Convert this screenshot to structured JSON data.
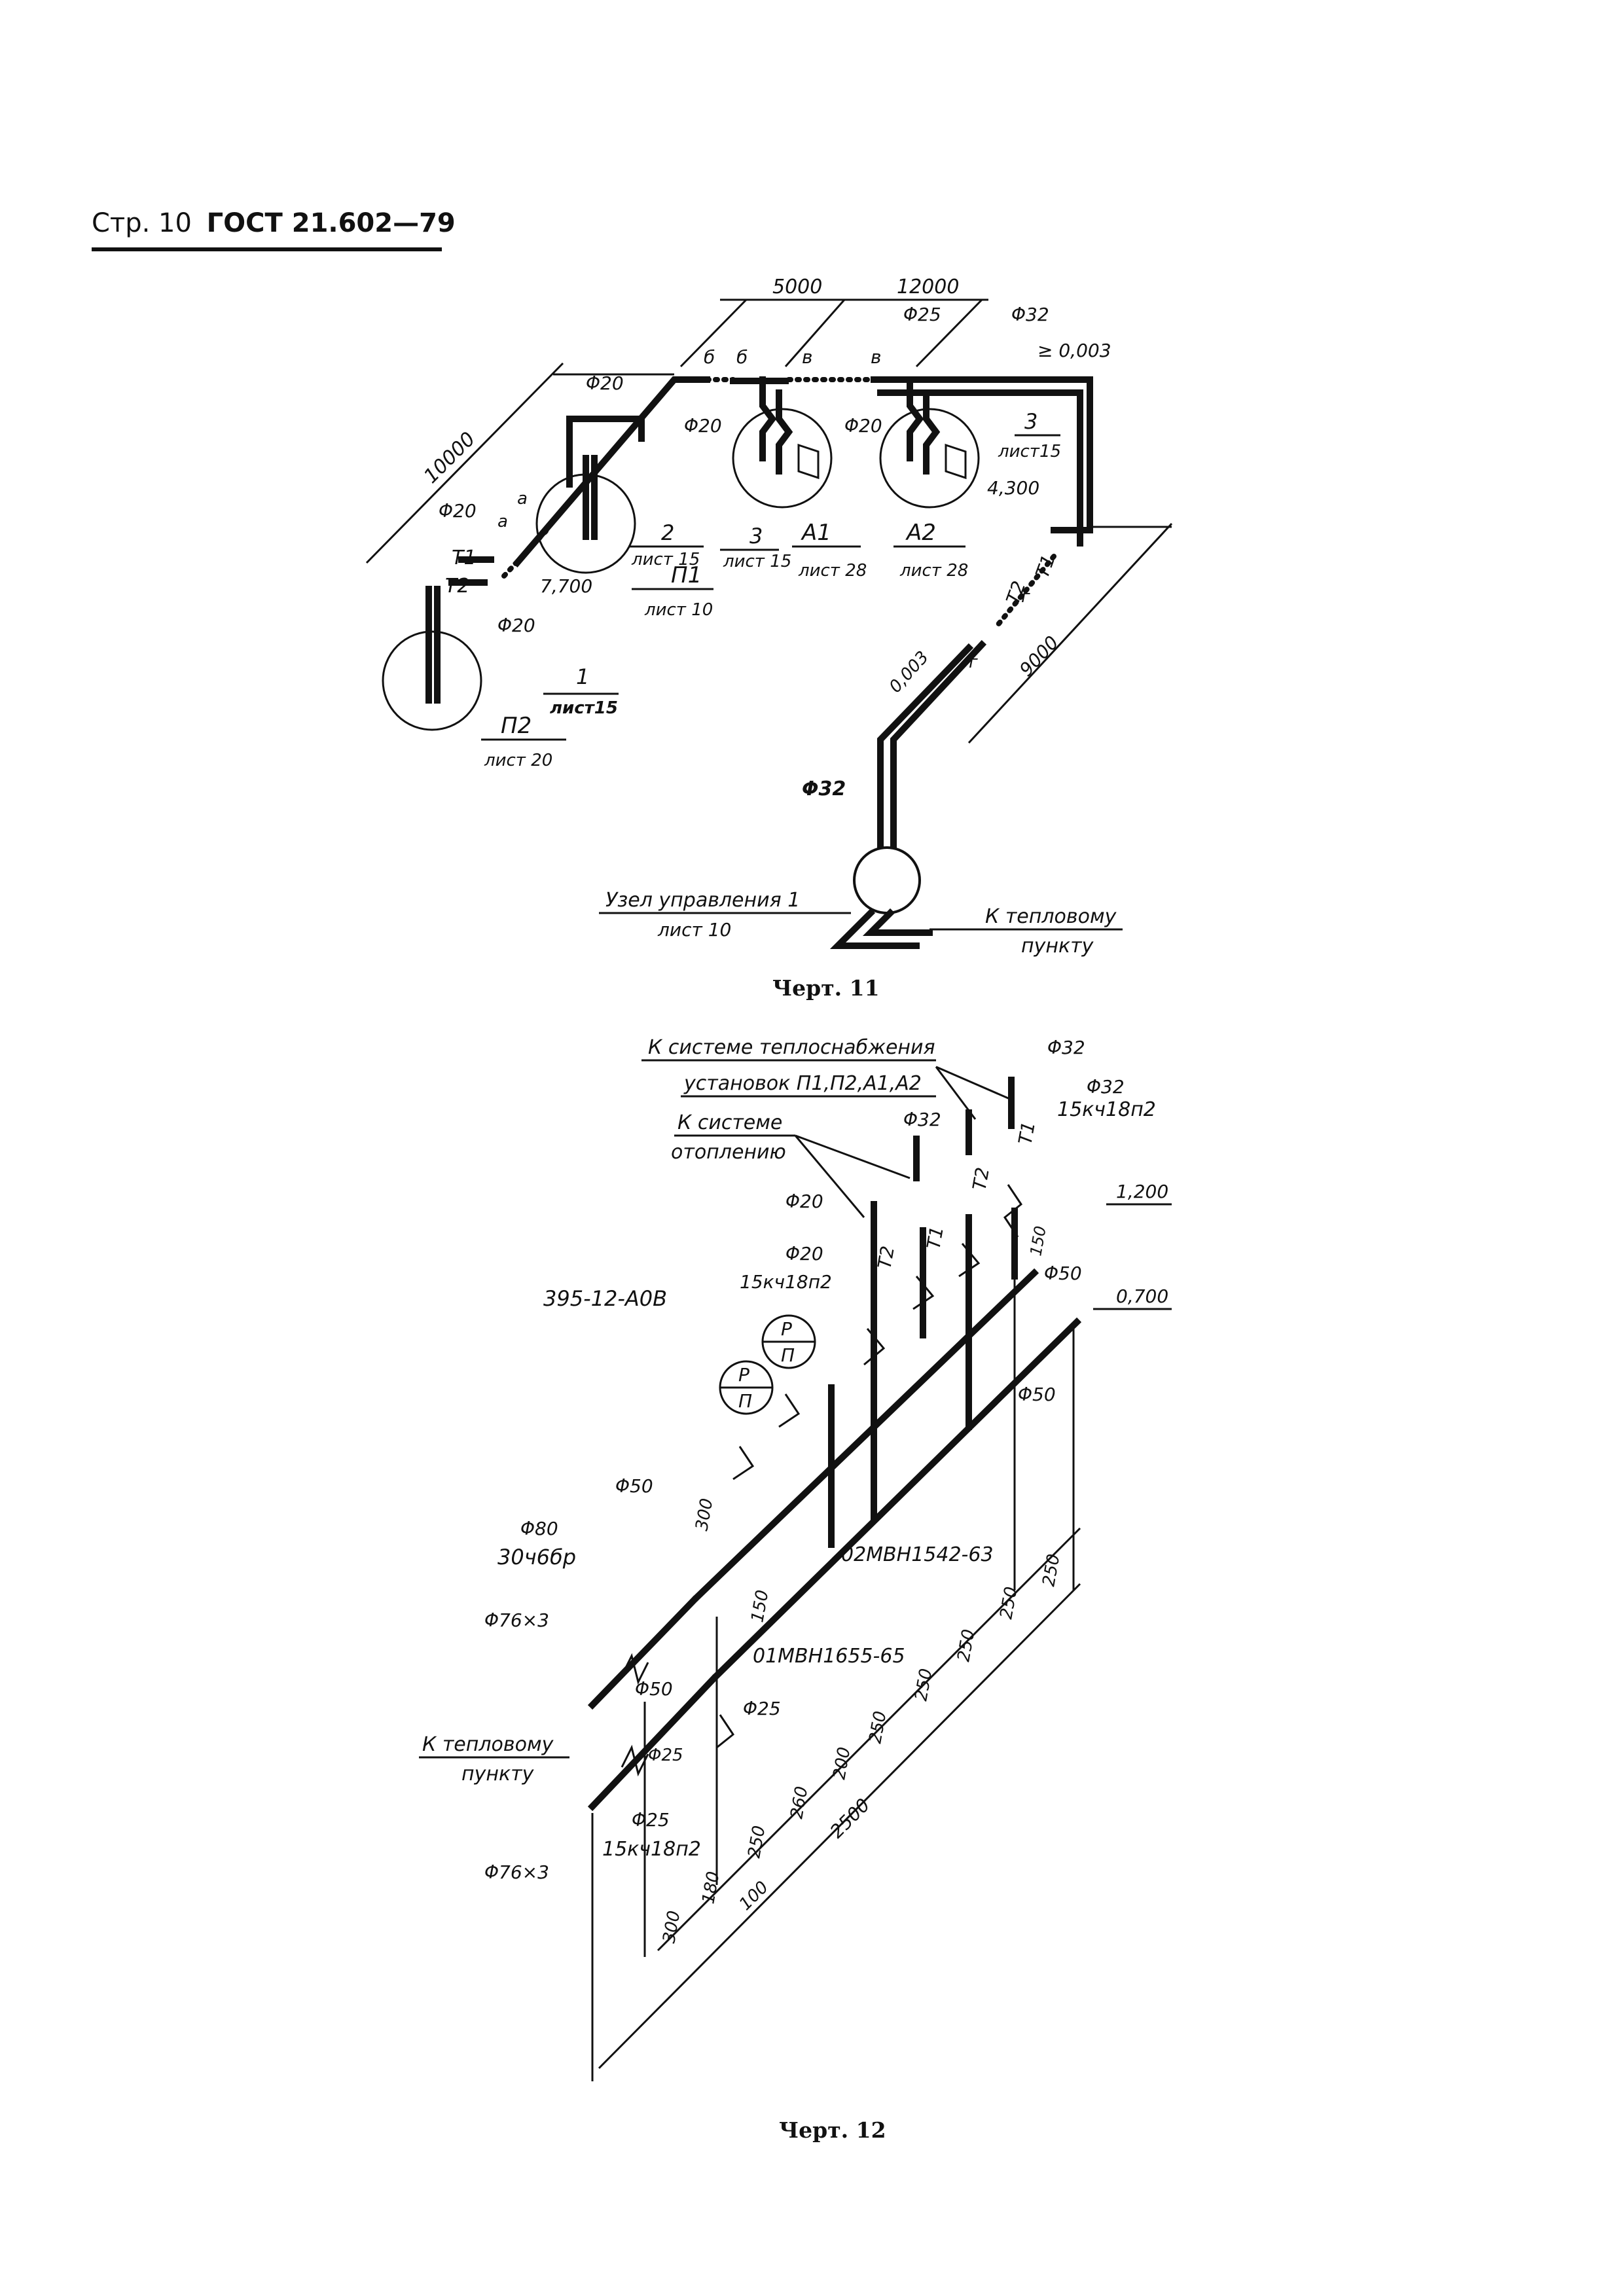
{
  "header": {
    "page": "Стр. 10",
    "standard": "ГОСТ 21.602—79"
  },
  "fig11": {
    "caption": "Черт. 11",
    "dims": {
      "d5000": "5000",
      "d12000": "12000",
      "d10000": "10000",
      "d9000": "9000"
    },
    "diameters": {
      "d20": "Φ20",
      "d25": "Φ25",
      "d32": "Φ32"
    },
    "slope": {
      "top": "≥ 0,003",
      "mid": "0,003"
    },
    "levels": {
      "l4300": "4,300",
      "l7700": "7,700"
    },
    "pipes": {
      "t1": "T1",
      "t2": "T2"
    },
    "breaks": {
      "a": "а",
      "b": "б",
      "v": "в",
      "g": "г"
    },
    "nodes": {
      "n2": "2",
      "n3a": "3",
      "n3b": "3",
      "n1": "1",
      "list15": "лист 15",
      "list15b": "лист15",
      "list10": "лист 10",
      "list28": "лист 28",
      "list20": "лист 20",
      "p1": "П1",
      "p2": "П2",
      "a1": "A1",
      "a2": "A2"
    },
    "control_unit": {
      "name": "Узел управления 1",
      "sheet": "лист 10"
    },
    "to_heat_point": {
      "line1": "К тепловому",
      "line2": "пункту"
    }
  },
  "fig12": {
    "caption": "Черт. 12",
    "supply_label": {
      "line1": "К системе теплоснабжения",
      "line2": "установок П1,П2,А1,А2"
    },
    "heating_label": {
      "line1": "К системе",
      "line2": "отоплению"
    },
    "valves": {
      "v15": "15кч18п2",
      "v30": "30ч6бр",
      "pump": "395-12-А0В",
      "g1": "02МВН1542-63",
      "g2": "01МВН1655-65"
    },
    "diameters": {
      "d20": "Φ20",
      "d25": "Φ25",
      "d32": "Φ32",
      "d50": "Φ50",
      "d80": "Φ80",
      "d76": "Φ76×3"
    },
    "levels": {
      "l1200": "1,200",
      "l0700": "0,700"
    },
    "pipes": {
      "t1": "T1",
      "t2": "T2"
    },
    "gauge": {
      "top": "P",
      "bottom": "П"
    },
    "dims": {
      "d150": "150",
      "d300": "300",
      "d250": "250",
      "d260": "260",
      "d200": "200",
      "d180": "180",
      "d100": "100",
      "d2500": "2500"
    },
    "to_heat_point": {
      "line1": "К тепловому",
      "line2": "пункту"
    }
  }
}
